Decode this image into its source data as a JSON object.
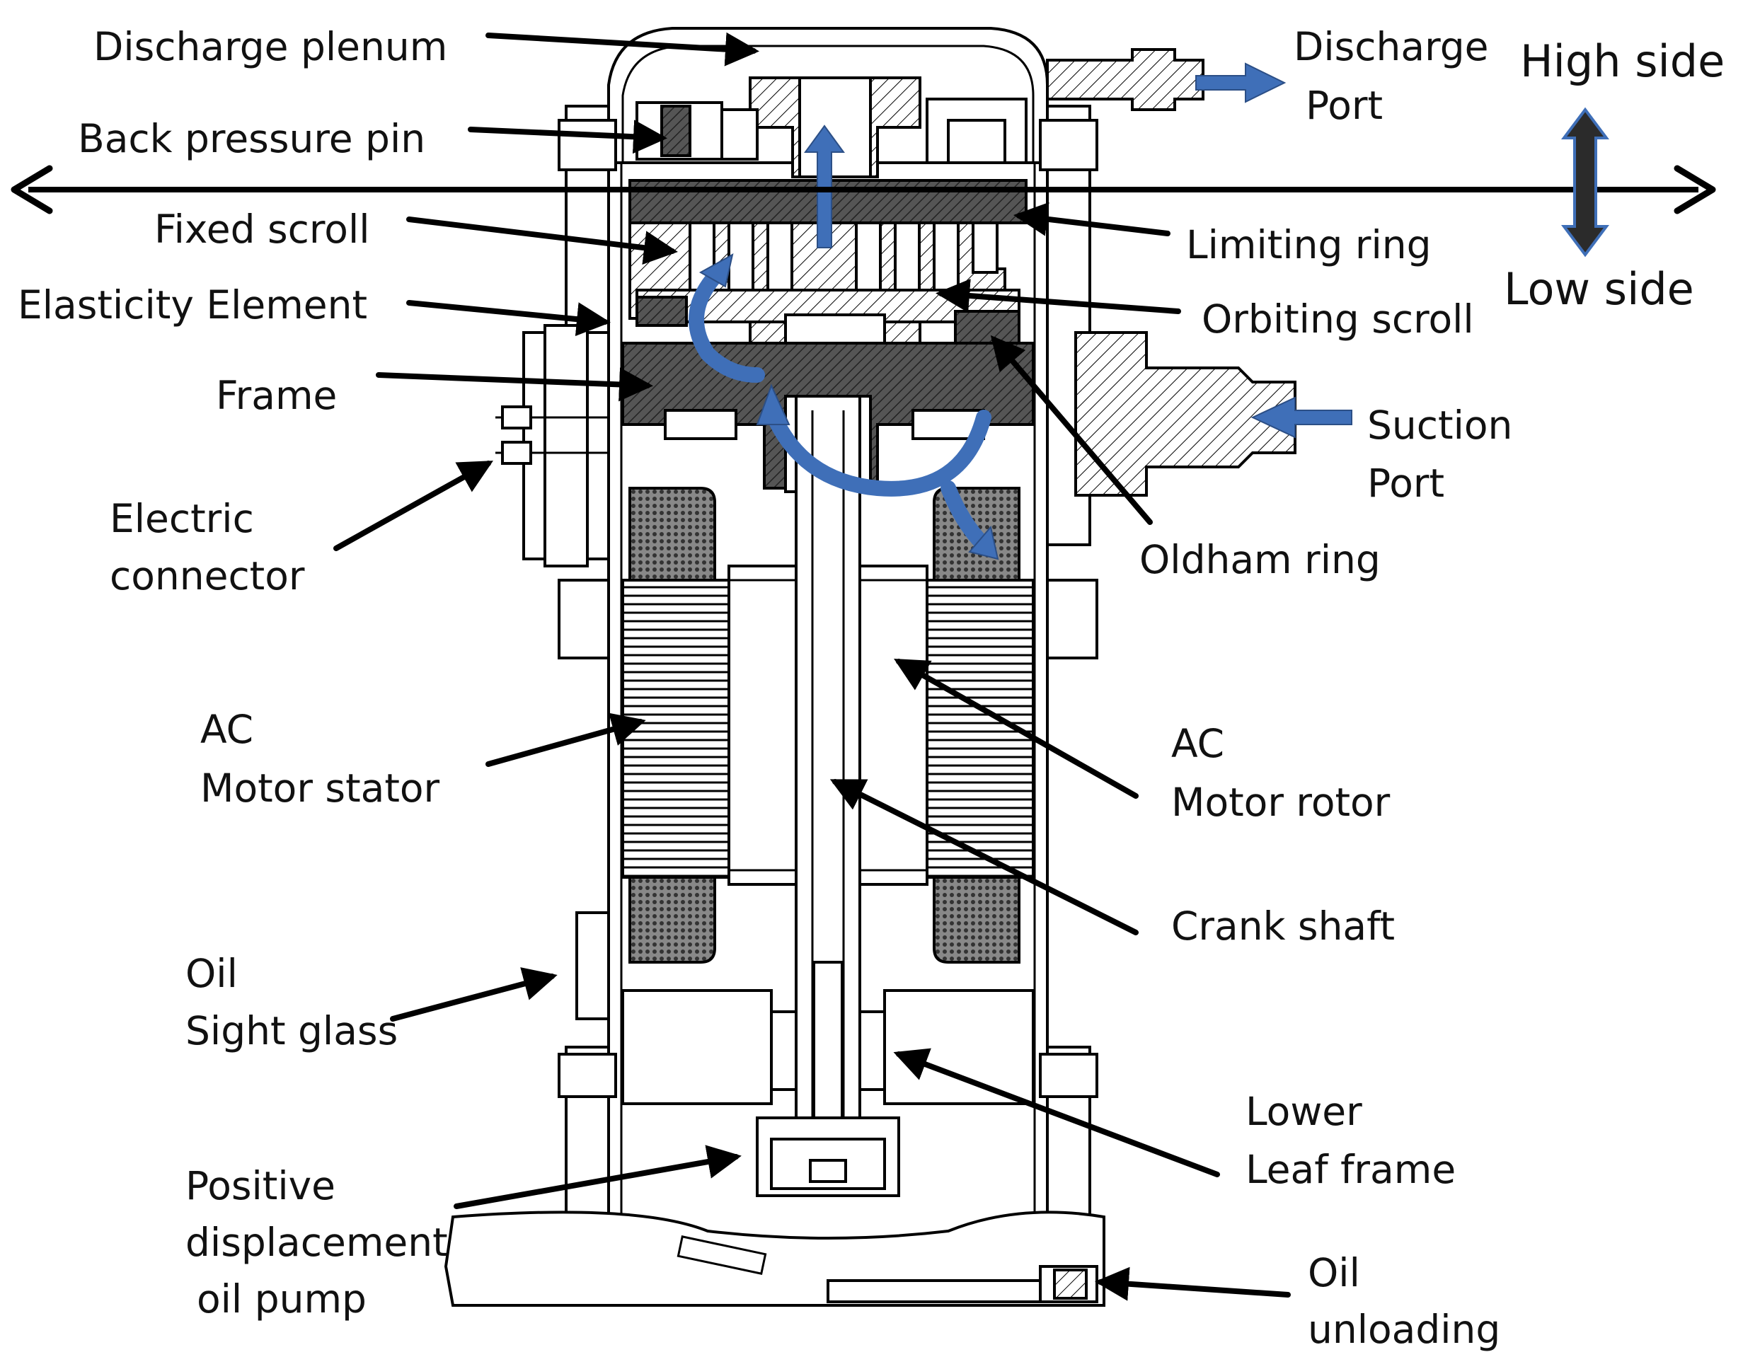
{
  "labels": {
    "discharge_plenum": "Discharge plenum",
    "back_pressure_pin": "Back pressure pin",
    "fixed_scroll": "Fixed scroll",
    "elasticity_element": "Elasticity Element",
    "frame": "Frame",
    "electric_connector_1": "Electric",
    "electric_connector_2": "connector",
    "ac_stator_1": "AC",
    "ac_stator_2": "Motor stator",
    "oil_sight_1": "Oil",
    "oil_sight_2": "Sight glass",
    "pump_1": "Positive",
    "pump_2": "displacement",
    "pump_3": "oil pump",
    "discharge_port_1": "Discharge",
    "discharge_port_2": "Port",
    "limiting_ring": "Limiting ring",
    "orbiting_scroll": "Orbiting scroll",
    "suction_port_1": "Suction",
    "suction_port_2": "Port",
    "oldham_ring": "Oldham ring",
    "ac_rotor_1": "AC",
    "ac_rotor_2": "Motor rotor",
    "crank_shaft": "Crank shaft",
    "lower_leaf_1": "Lower",
    "lower_leaf_2": "Leaf frame",
    "oil_unloading_1": "Oil",
    "oil_unloading_2": "unloading",
    "high_side": "High side",
    "low_side": "Low side"
  },
  "colors": {
    "flow_arrow": "#3f6fb8",
    "line": "#000000",
    "background": "#ffffff"
  }
}
